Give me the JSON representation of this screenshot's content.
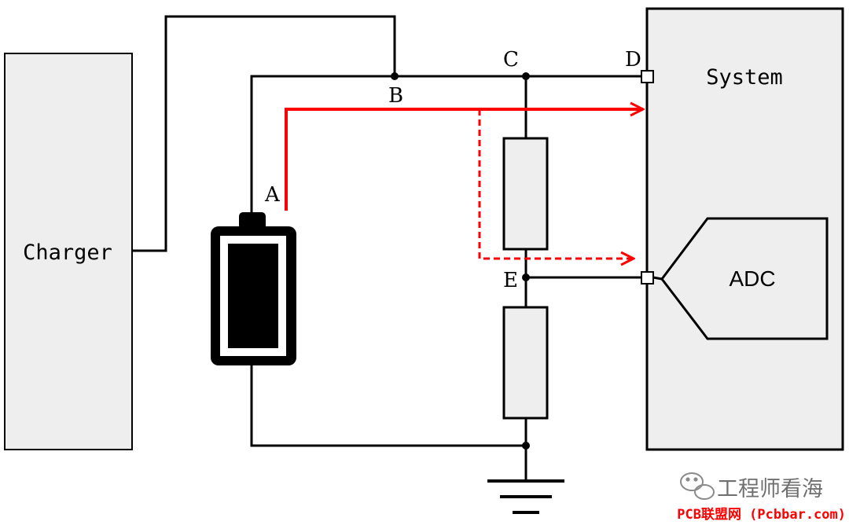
{
  "colors": {
    "wire": "#000000",
    "block_fill": "#eeeeee",
    "current_path": "#ff0000",
    "watermark_text": "#6f6f6f",
    "source_text": "#ff0000"
  },
  "blocks": {
    "charger": {
      "label": "Charger"
    },
    "system": {
      "label": "System"
    },
    "adc": {
      "label": "ADC"
    }
  },
  "nodes": {
    "a": "A",
    "b": "B",
    "c": "C",
    "d": "D",
    "e": "E"
  },
  "watermark": {
    "text": "工程师看海",
    "icon": "wechat-icon",
    "source": "PCB联盟网 (Pcbbar.com)"
  }
}
